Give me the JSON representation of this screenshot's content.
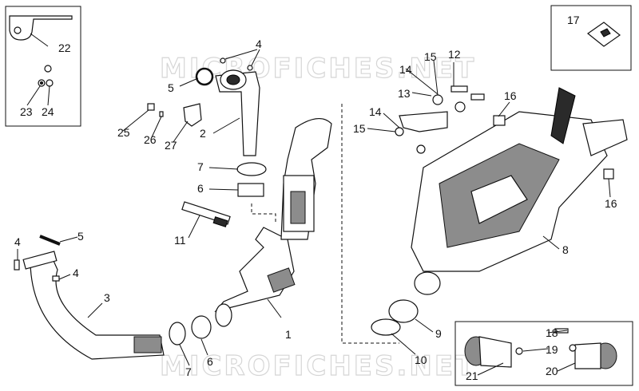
{
  "watermarks": [
    "MICROFICHES.NET",
    "MICROFICHES.NET"
  ],
  "callouts": [
    "1",
    "2",
    "3",
    "4",
    "4",
    "4",
    "5",
    "5",
    "6",
    "6",
    "7",
    "7",
    "8",
    "9",
    "10",
    "11",
    "12",
    "13",
    "14",
    "14",
    "15",
    "15",
    "16",
    "16",
    "17",
    "18",
    "19",
    "20",
    "21",
    "22",
    "23",
    "24",
    "25",
    "26",
    "27"
  ]
}
